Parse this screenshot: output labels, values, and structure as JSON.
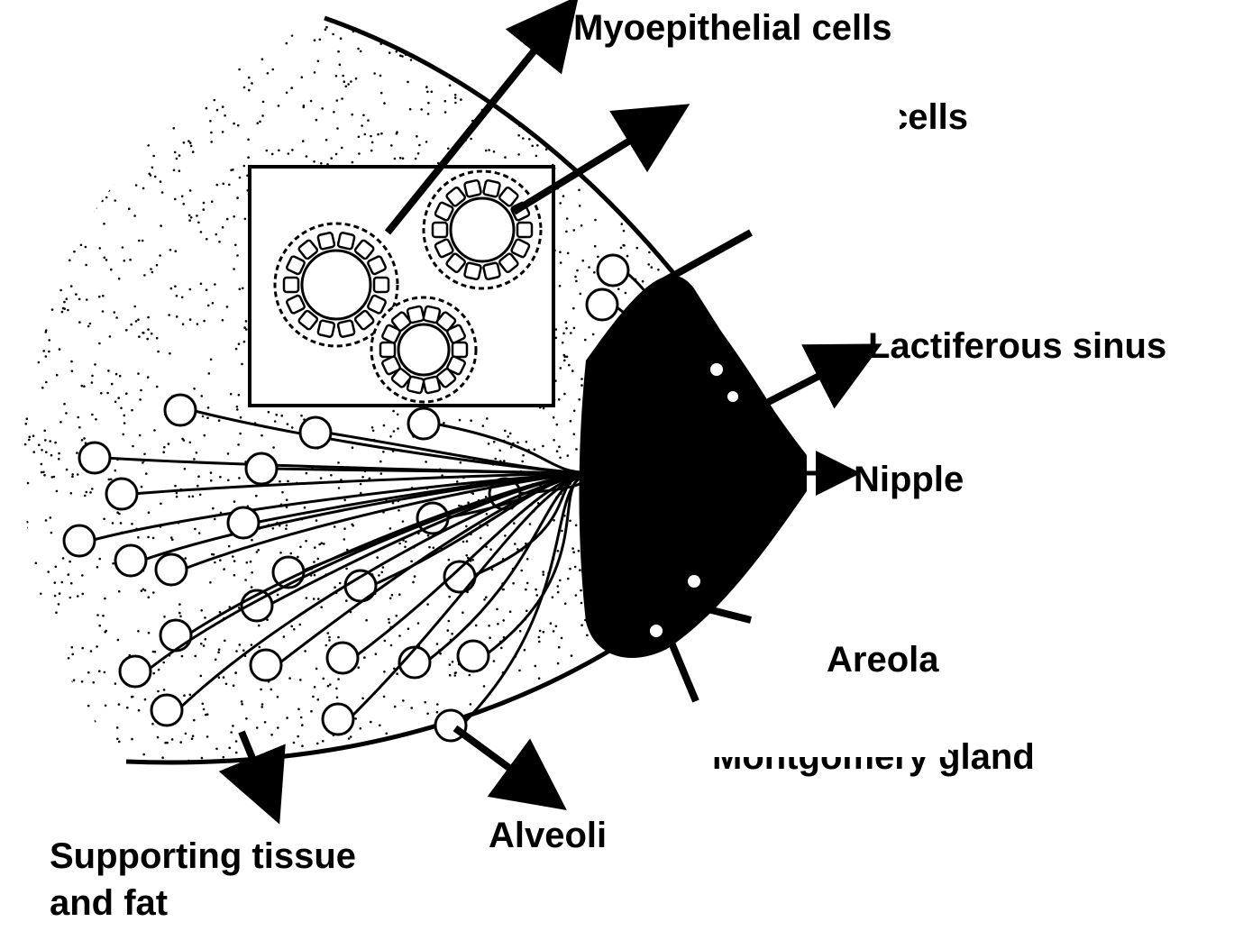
{
  "labels": {
    "myoepithelial": "Myoepithelial cells",
    "cells_partial": "cells",
    "lactiferous_sinus": "Lactiferous sinus",
    "nipple": "Nipple",
    "areola": "Areola",
    "montgomery_gland": "Montgomery gland",
    "alveoli": "Alveoli",
    "supporting_line1": "Supporting tissue",
    "supporting_line2": "and fat"
  },
  "colors": {
    "ink": "#000000",
    "paper": "#ffffff"
  }
}
